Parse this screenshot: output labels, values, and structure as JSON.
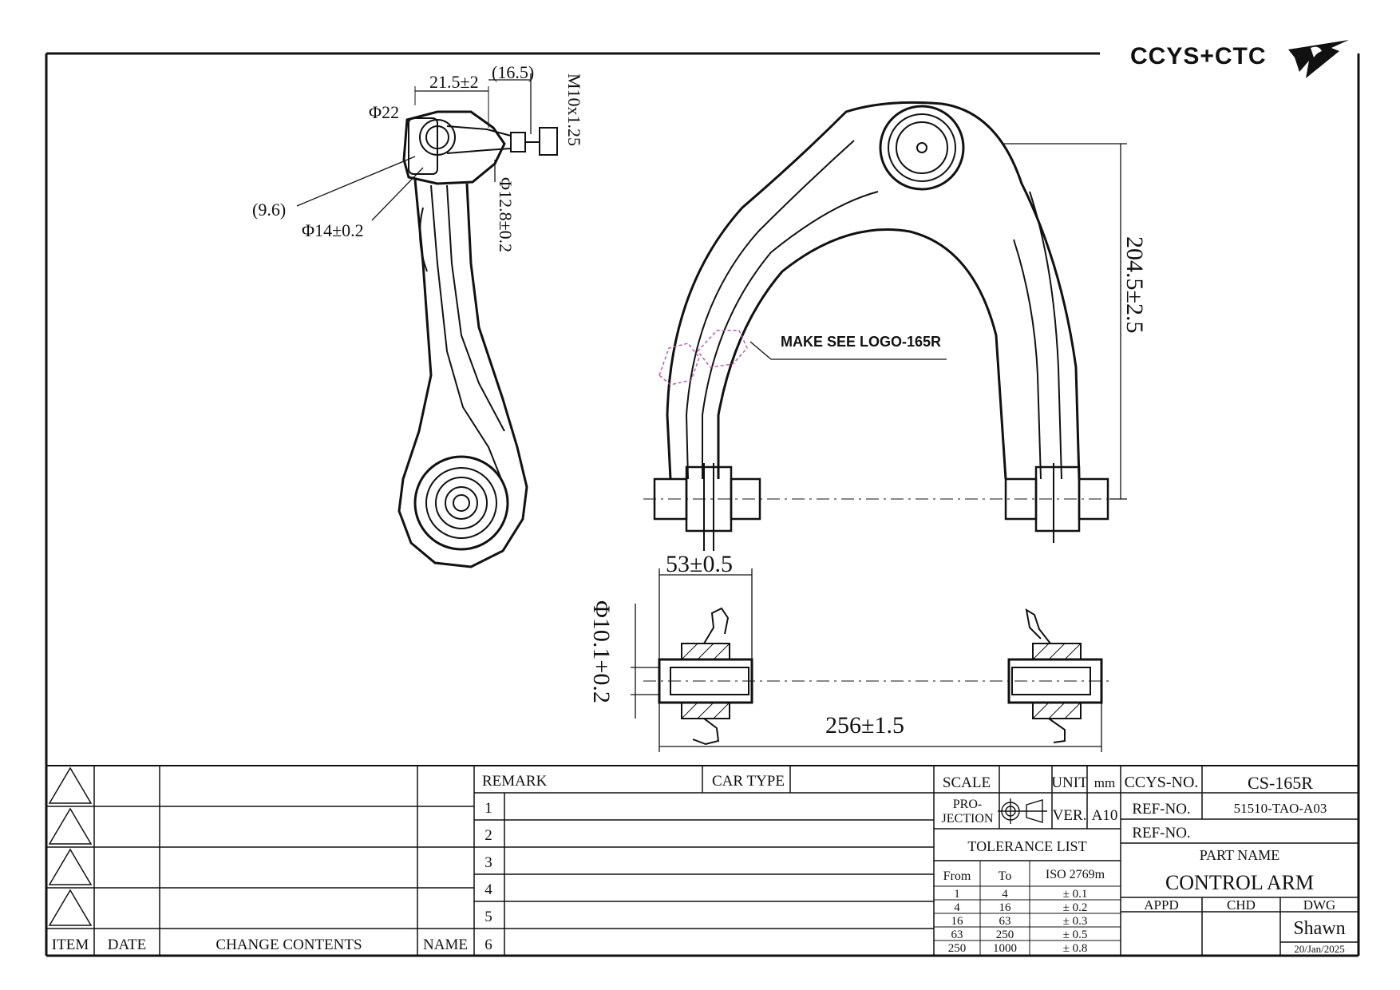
{
  "logo": {
    "text": "CCYS+CTC",
    "mark": "arrow-swoosh-logo"
  },
  "side_view": {
    "dims": {
      "d215": "21.5±2",
      "d165": "(16.5)",
      "m10": "M10x1.25",
      "phi22": "Φ22",
      "d96": "(9.6)",
      "phi14": "Φ14±0.2",
      "phi128": "Φ12.8±0.2"
    }
  },
  "top_view": {
    "dims": {
      "h2045": "204.5±2.5",
      "logo_note": "MAKE SEE LOGO-165R"
    }
  },
  "bushing_view": {
    "dims": {
      "w53": "53±0.5",
      "phi101": "Φ10.1+0.2",
      "w256": "256±1.5"
    }
  },
  "revision_table": {
    "headers": {
      "item": "ITEM",
      "date": "DATE",
      "change": "CHANGE CONTENTS",
      "name": "NAME"
    }
  },
  "remark_table": {
    "remark_label": "REMARK",
    "car_type_label": "CAR TYPE",
    "rows": [
      "1",
      "2",
      "3",
      "4",
      "5",
      "6"
    ]
  },
  "title_block": {
    "scale_label": "SCALE",
    "unit_label": "UNIT",
    "unit_value": "mm",
    "projection_label_1": "PRO-",
    "projection_label_2": "JECTION",
    "ver_label": "VER.",
    "ver_value": "A10",
    "tolerance_title": "TOLERANCE LIST",
    "tol_headers": {
      "from": "From",
      "to": "To",
      "iso": "ISO 2769m"
    },
    "tolerances": [
      {
        "from": "1",
        "to": "4",
        "tol": "± 0.1"
      },
      {
        "from": "4",
        "to": "16",
        "tol": "± 0.2"
      },
      {
        "from": "16",
        "to": "63",
        "tol": "± 0.3"
      },
      {
        "from": "63",
        "to": "250",
        "tol": "± 0.5"
      },
      {
        "from": "250",
        "to": "1000",
        "tol": "± 0.8"
      }
    ],
    "ccys_no_label": "CCYS-NO.",
    "ccys_no_value": "CS-165R",
    "ref_no_label": "REF-NO.",
    "ref_no_value": "51510-TAO-A03",
    "ref_no2_label": "REF-NO.",
    "part_name_label": "PART NAME",
    "part_name_value": "CONTROL ARM",
    "appd_label": "APPD",
    "chd_label": "CHD",
    "dwg_label": "DWG",
    "dwg_name": "Shawn",
    "dwg_date": "20/Jan/2025"
  }
}
